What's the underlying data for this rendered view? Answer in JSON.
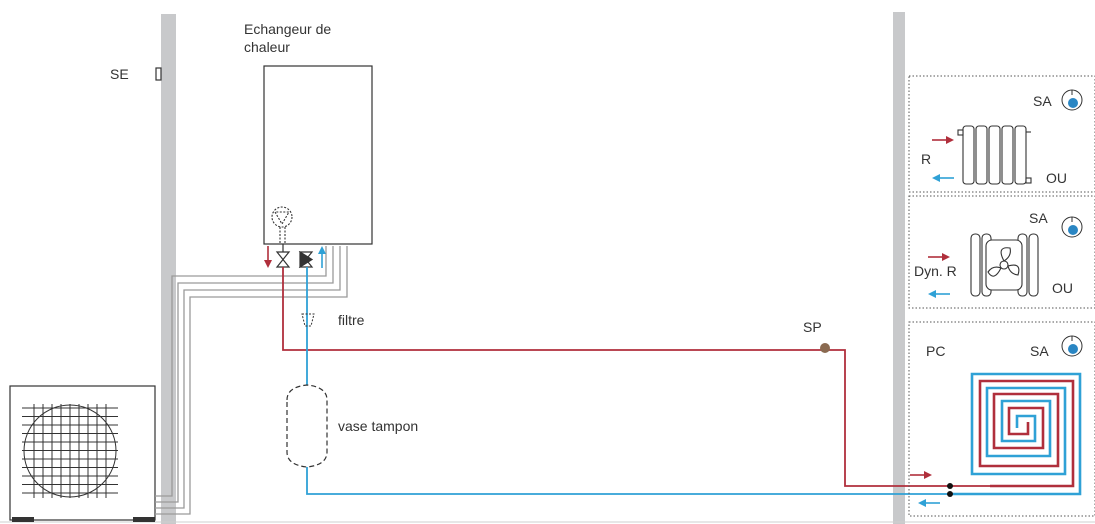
{
  "colors": {
    "supply": "#b02f3c",
    "return": "#2fa1d6",
    "wall": "#c8c9cb",
    "line": "#333333",
    "sensor": "#8a6a50",
    "outdoor_pipes": "#9a9a9a"
  },
  "labels": {
    "se": "SE",
    "heat_exchanger_line1": "Echangeur de",
    "heat_exchanger_line2": "chaleur",
    "filter": "filtre",
    "buffer_tank": "vase tampon",
    "sp": "SP",
    "room1_sa": "SA",
    "room1_r": "R",
    "room1_ou": "OU",
    "room2_sa": "SA",
    "room2_dyn": "Dyn. R",
    "room2_ou": "OU",
    "room3_pc": "PC",
    "room3_sa": "SA"
  },
  "icons": [
    "outdoor-unit-icon",
    "pump-icon",
    "valve-icon",
    "filter-icon",
    "thermostat-icon",
    "radiator-icon",
    "fan-convector-icon",
    "floor-heating-coil-icon"
  ]
}
